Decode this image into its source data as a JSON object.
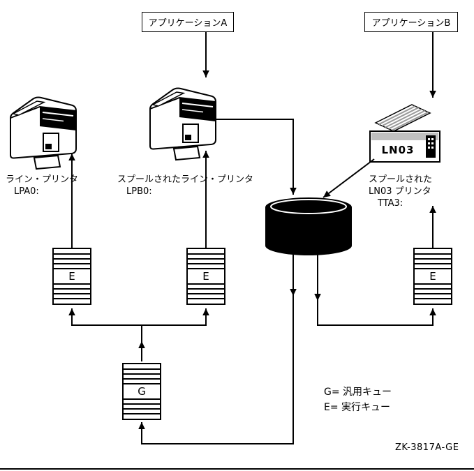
{
  "figure": {
    "applications": {
      "a": "アプリケーションA",
      "b": "アプリケーションB"
    },
    "printers": {
      "left": {
        "caption": "ライン・プリンタ",
        "device": "LPA0:"
      },
      "middle": {
        "caption": "スプールされたライン・プリンタ",
        "device": "LPB0:"
      },
      "right": {
        "caption1": "スプールされた",
        "caption2": "LN03 プリンタ",
        "device": "TTA3:",
        "model": "LN03"
      }
    },
    "queues": {
      "exec_left": "E",
      "exec_middle": "E",
      "exec_right": "E",
      "generic": "G"
    },
    "legend": {
      "generic": "G= 汎用キュー",
      "exec": "E= 実行キュー"
    },
    "figure_id": "ZK-3817A-GE",
    "colors": {
      "ink": "#000000",
      "paper": "#ffffff"
    }
  }
}
